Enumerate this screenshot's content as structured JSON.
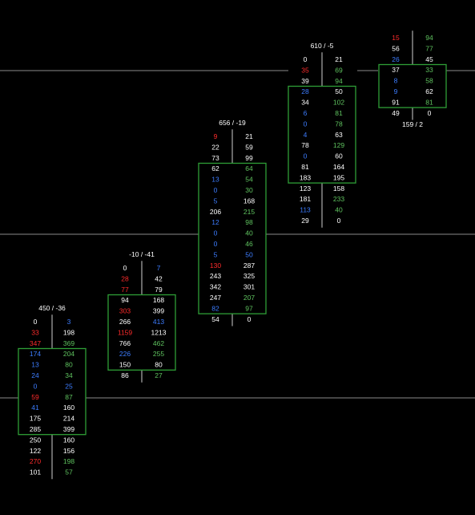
{
  "chart_data": {
    "type": "footprint",
    "colors": {
      "background": "#000000",
      "box": "#2e9e36",
      "wick": "#d0d0d0",
      "level_line": "#8a8a8a",
      "white": "#ffffff",
      "red": "#ff2b2b",
      "blue": "#3d7dff",
      "green": "#5fc35f"
    },
    "candles": [
      {
        "label": "450 / -36",
        "rows": [
          [
            "0",
            "3"
          ],
          [
            "33",
            "198"
          ],
          [
            "347",
            "369"
          ],
          [
            "174",
            "204"
          ],
          [
            "13",
            "80"
          ],
          [
            "24",
            "34"
          ],
          [
            "0",
            "25"
          ],
          [
            "59",
            "87"
          ],
          [
            "41",
            "160"
          ],
          [
            "175",
            "214"
          ],
          [
            "285",
            "399"
          ],
          [
            "250",
            "160"
          ],
          [
            "122",
            "156"
          ],
          [
            "270",
            "198"
          ],
          [
            "101",
            "57"
          ]
        ],
        "bid_colors": [
          "w",
          "r",
          "r",
          "b",
          "b",
          "b",
          "b",
          "r",
          "b",
          "w",
          "w",
          "w",
          "w",
          "r",
          "w"
        ],
        "ask_colors": [
          "b",
          "w",
          "g",
          "g",
          "g",
          "g",
          "b",
          "g",
          "w",
          "w",
          "w",
          "w",
          "w",
          "g",
          "g"
        ],
        "box_rows": [
          3,
          10
        ]
      },
      {
        "label": "-10 / -41",
        "rows": [
          [
            "0",
            "7"
          ],
          [
            "28",
            "42"
          ],
          [
            "77",
            "79"
          ],
          [
            "94",
            "168"
          ],
          [
            "303",
            "399"
          ],
          [
            "266",
            "413"
          ],
          [
            "1159",
            "1213"
          ],
          [
            "766",
            "462"
          ],
          [
            "226",
            "255"
          ],
          [
            "150",
            "80"
          ],
          [
            "86",
            "27"
          ]
        ],
        "bid_colors": [
          "w",
          "r",
          "r",
          "w",
          "r",
          "w",
          "r",
          "w",
          "b",
          "w",
          "w"
        ],
        "ask_colors": [
          "b",
          "w",
          "w",
          "w",
          "w",
          "b",
          "w",
          "g",
          "g",
          "w",
          "g"
        ],
        "box_rows": [
          3,
          9
        ]
      },
      {
        "label": "656 / -19",
        "rows": [
          [
            "9",
            "21"
          ],
          [
            "22",
            "59"
          ],
          [
            "73",
            "99"
          ],
          [
            "62",
            "64"
          ],
          [
            "13",
            "54"
          ],
          [
            "0",
            "30"
          ],
          [
            "5",
            "168"
          ],
          [
            "206",
            "215"
          ],
          [
            "12",
            "98"
          ],
          [
            "0",
            "40"
          ],
          [
            "0",
            "46"
          ],
          [
            "5",
            "50"
          ],
          [
            "130",
            "287"
          ],
          [
            "243",
            "325"
          ],
          [
            "342",
            "301"
          ],
          [
            "247",
            "207"
          ],
          [
            "82",
            "97"
          ],
          [
            "54",
            "0"
          ]
        ],
        "bid_colors": [
          "r",
          "w",
          "w",
          "w",
          "b",
          "b",
          "b",
          "w",
          "b",
          "b",
          "b",
          "b",
          "r",
          "w",
          "w",
          "w",
          "b",
          "w"
        ],
        "ask_colors": [
          "w",
          "w",
          "w",
          "g",
          "g",
          "g",
          "w",
          "g",
          "g",
          "g",
          "g",
          "b",
          "w",
          "w",
          "w",
          "g",
          "g",
          "w"
        ],
        "box_rows": [
          3,
          16
        ]
      },
      {
        "label": "610 / -5",
        "rows": [
          [
            "0",
            "21"
          ],
          [
            "35",
            "69"
          ],
          [
            "39",
            "94"
          ],
          [
            "28",
            "50"
          ],
          [
            "34",
            "102"
          ],
          [
            "6",
            "81"
          ],
          [
            "0",
            "78"
          ],
          [
            "4",
            "63"
          ],
          [
            "78",
            "129"
          ],
          [
            "0",
            "60"
          ],
          [
            "81",
            "164"
          ],
          [
            "183",
            "195"
          ],
          [
            "123",
            "158"
          ],
          [
            "181",
            "233"
          ],
          [
            "113",
            "40"
          ],
          [
            "29",
            "0"
          ]
        ],
        "bid_colors": [
          "w",
          "r",
          "w",
          "b",
          "w",
          "b",
          "b",
          "b",
          "w",
          "b",
          "w",
          "w",
          "w",
          "w",
          "b",
          "w"
        ],
        "ask_colors": [
          "w",
          "g",
          "g",
          "w",
          "g",
          "g",
          "g",
          "w",
          "g",
          "w",
          "w",
          "w",
          "w",
          "g",
          "g",
          "w"
        ],
        "box_rows": [
          3,
          11
        ]
      },
      {
        "label": "159 / 2",
        "rows": [
          [
            "15",
            "94"
          ],
          [
            "56",
            "77"
          ],
          [
            "26",
            "45"
          ],
          [
            "37",
            "33"
          ],
          [
            "8",
            "58"
          ],
          [
            "9",
            "62"
          ],
          [
            "91",
            "81"
          ],
          [
            "49",
            "0"
          ]
        ],
        "bid_colors": [
          "r",
          "w",
          "b",
          "w",
          "b",
          "b",
          "w",
          "w"
        ],
        "ask_colors": [
          "g",
          "g",
          "w",
          "g",
          "g",
          "w",
          "g",
          "w"
        ],
        "box_rows": [
          3,
          6
        ]
      }
    ]
  }
}
